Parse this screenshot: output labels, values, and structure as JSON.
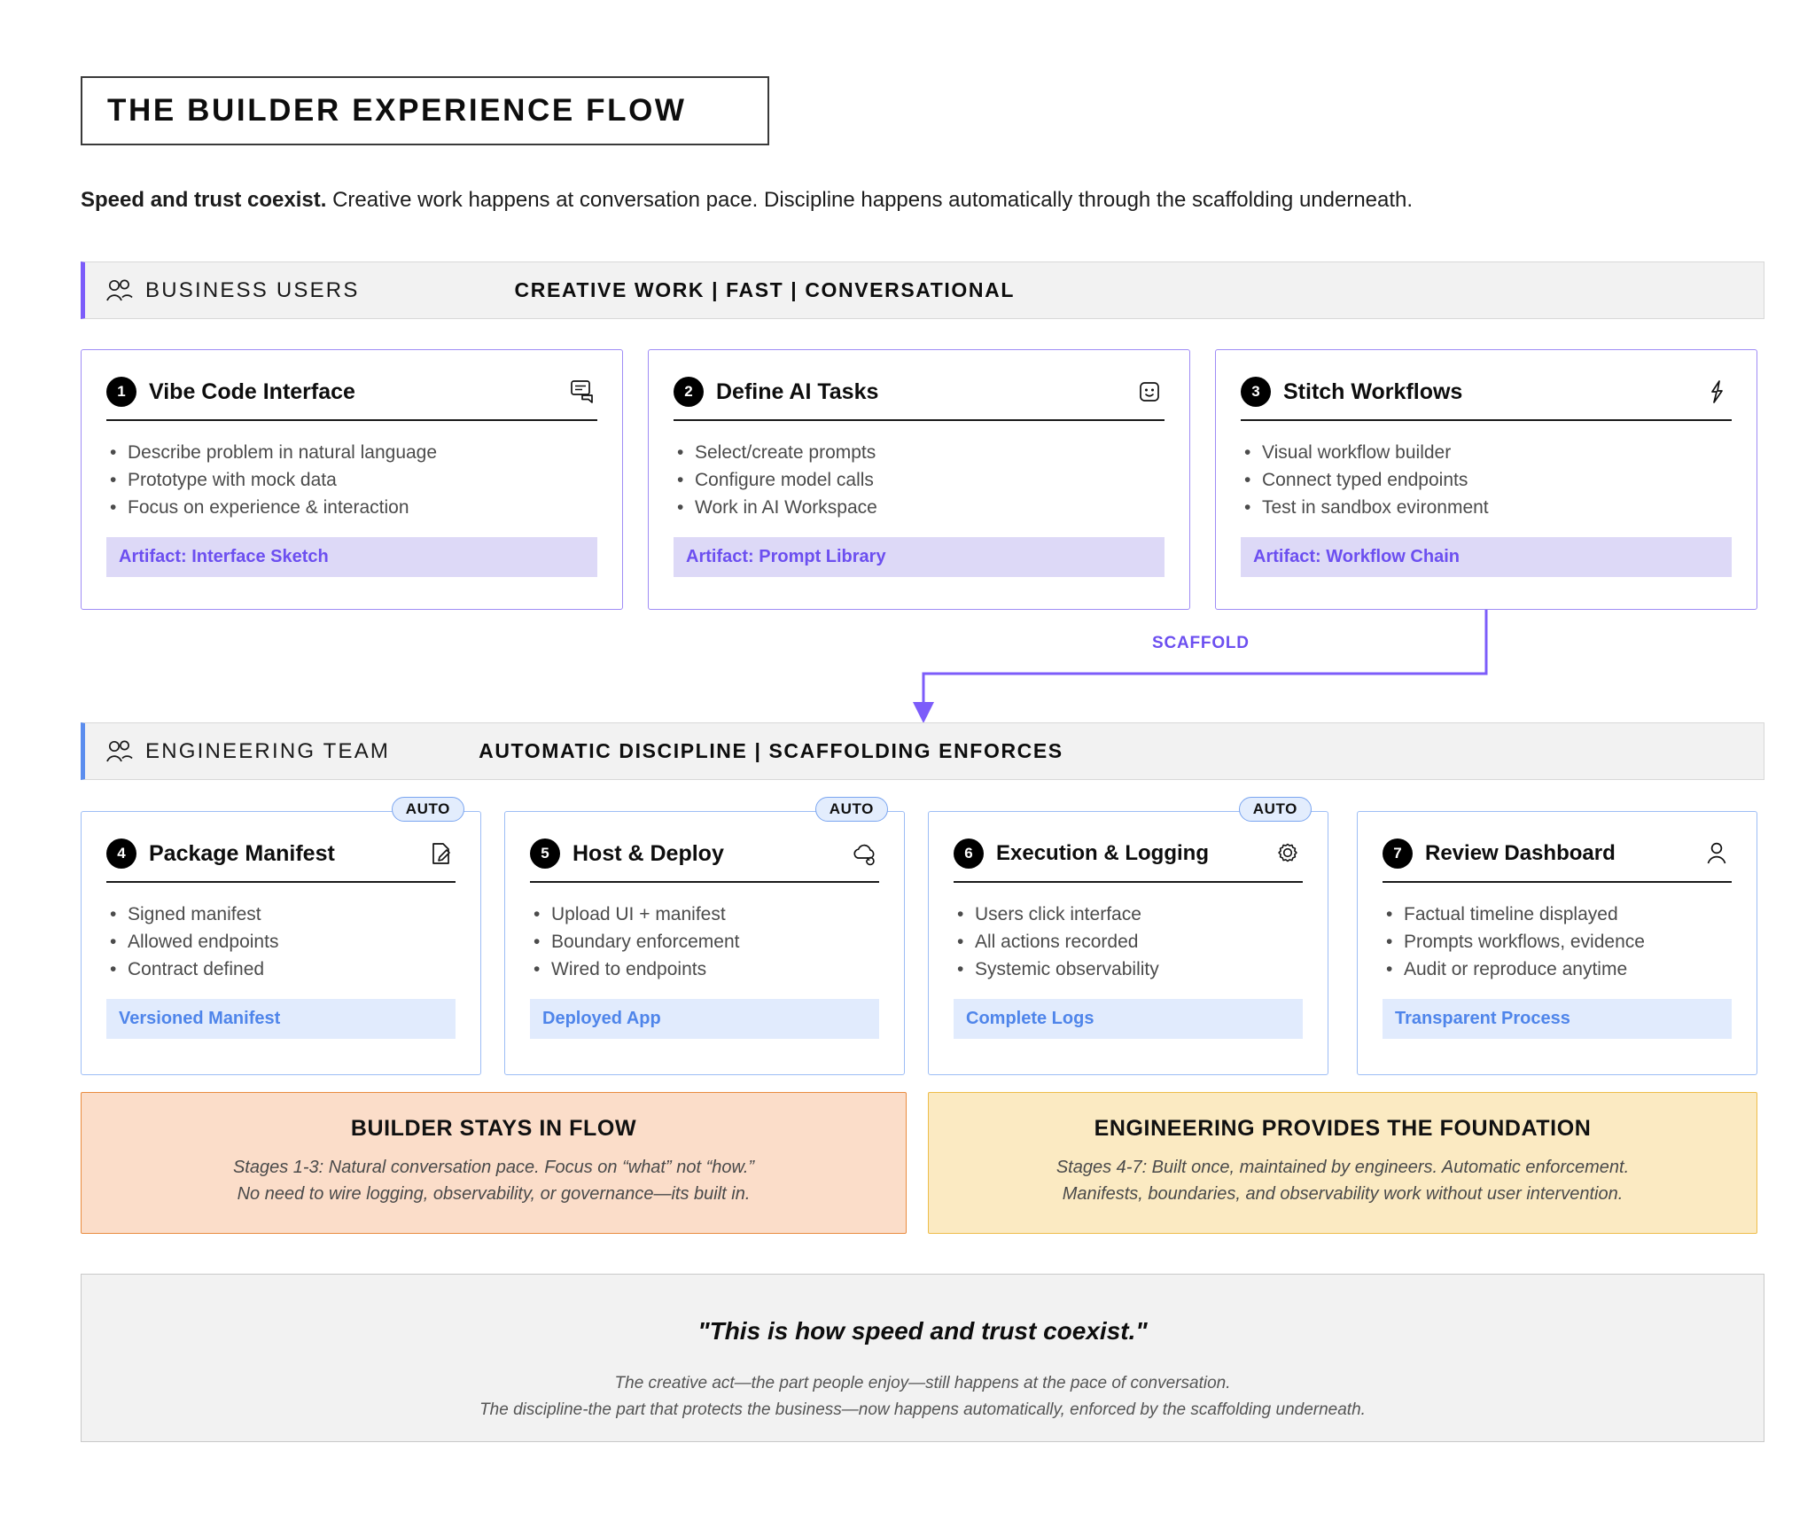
{
  "header": {
    "title": "THE BUILDER EXPERIENCE FLOW",
    "subtitle_bold": "Speed and trust coexist.",
    "subtitle_rest": " Creative work happens at conversation pace. Discipline happens automatically through the scaffolding underneath."
  },
  "bands": {
    "business": {
      "icon": "users-icon",
      "label": "BUSINESS USERS",
      "tagline": "CREATIVE WORK | FAST | CONVERSATIONAL",
      "accent": "#7c5cfa"
    },
    "engineering": {
      "icon": "users-icon",
      "label": "ENGINEERING TEAM",
      "tagline": "AUTOMATIC DISCIPLINE | SCAFFOLDING ENFORCES",
      "accent": "#5b8dee"
    }
  },
  "connector": {
    "label": "SCAFFOLD",
    "color": "#6c4ff0"
  },
  "stages": [
    {
      "number": "1",
      "title": "Vibe Code Interface",
      "icon": "chat-bubble-icon",
      "bullets": [
        "Describe problem in natural language",
        "Prototype with mock data",
        "Focus on experience & interaction"
      ],
      "artifact": "Artifact: Interface Sketch",
      "auto": null
    },
    {
      "number": "2",
      "title": "Define AI Tasks",
      "icon": "smiley-face-icon",
      "bullets": [
        "Select/create prompts",
        "Configure model calls",
        "Work in AI Workspace"
      ],
      "artifact": "Artifact: Prompt Library",
      "auto": null
    },
    {
      "number": "3",
      "title": "Stitch Workflows",
      "icon": "lightning-bolt-icon",
      "bullets": [
        "Visual workflow builder",
        "Connect typed endpoints",
        "Test in sandbox evironment"
      ],
      "artifact": "Artifact: Workflow Chain",
      "auto": null
    },
    {
      "number": "4",
      "title": "Package Manifest",
      "icon": "document-edit-icon",
      "bullets": [
        "Signed manifest",
        "Allowed endpoints",
        "Contract defined"
      ],
      "artifact": "Versioned Manifest",
      "auto": "AUTO"
    },
    {
      "number": "5",
      "title": "Host & Deploy",
      "icon": "cloud-sync-icon",
      "bullets": [
        "Upload UI + manifest",
        "Boundary enforcement",
        "Wired to endpoints"
      ],
      "artifact": "Deployed App",
      "auto": "AUTO"
    },
    {
      "number": "6",
      "title": "Execution & Logging",
      "icon": "gear-icon",
      "bullets": [
        "Users click interface",
        "All actions recorded",
        "Systemic observability"
      ],
      "artifact": "Complete Logs",
      "auto": "AUTO"
    },
    {
      "number": "7",
      "title": "Review Dashboard",
      "icon": "person-icon",
      "bullets": [
        "Factual timeline displayed",
        "Prompts workflows, evidence",
        "Audit or reproduce anytime"
      ],
      "artifact": "Transparent Process",
      "auto": null
    }
  ],
  "summaries": [
    {
      "heading": "BUILDER STAYS IN FLOW",
      "line1": "Stages 1-3: Natural conversation pace. Focus on “what” not “how.”",
      "line2": "No need to wire logging, observability, or governance—its built in.",
      "bg": "#fbddc9",
      "border": "#e98b3f"
    },
    {
      "heading": "ENGINEERING PROVIDES THE FOUNDATION",
      "line1": "Stages 4-7: Built once, maintained by engineers. Automatic enforcement.",
      "line2": "Manifests, boundaries, and observability work without user intervention.",
      "bg": "#fbeac2",
      "border": "#eebd4a"
    }
  ],
  "quote": {
    "main": "\"This is how speed and trust coexist.\"",
    "line1": "The creative act—the part people enjoy—still happens at the pace of conversation.",
    "line2": "The discipline-the part that protects the business—now happens automatically, enforced by the scaffolding underneath."
  }
}
